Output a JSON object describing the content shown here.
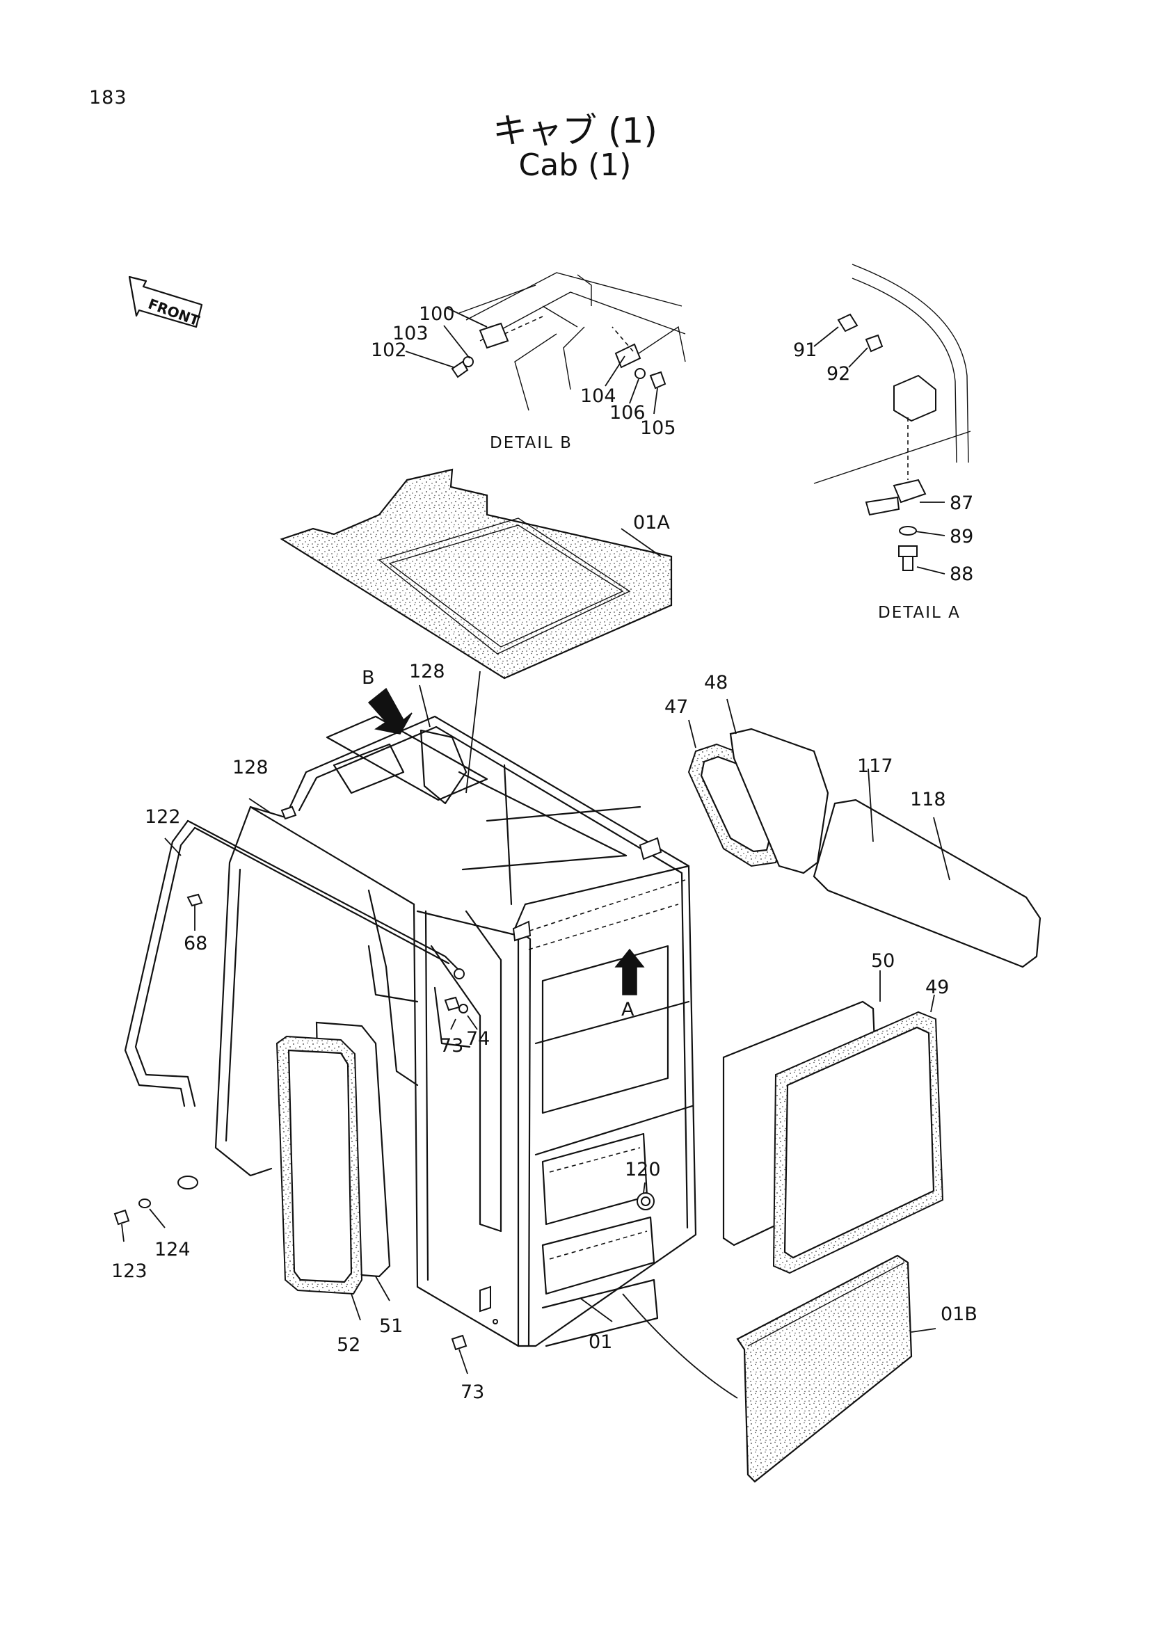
{
  "page_number": "183",
  "title_ja": "キャブ (1)",
  "title_en": "Cab (1)",
  "front_label": "FRONT",
  "details": {
    "a": "DETAIL A",
    "b": "DETAIL B"
  },
  "arrows": {
    "a": "A",
    "b": "B"
  },
  "callouts": {
    "c100": "100",
    "c103": "103",
    "c102": "102",
    "c104": "104",
    "c106": "106",
    "c105": "105",
    "c91": "91",
    "c92": "92",
    "c87": "87",
    "c89": "89",
    "c88": "88",
    "c01A": "01A",
    "c01B": "01B",
    "c01": "01",
    "c128a": "128",
    "c128b": "128",
    "c122": "122",
    "c68": "68",
    "c73a": "73",
    "c73b": "73",
    "c74": "74",
    "c47": "47",
    "c48": "48",
    "c117": "117",
    "c118": "118",
    "c50": "50",
    "c49": "49",
    "c51": "51",
    "c52": "52",
    "c120": "120",
    "c123": "123",
    "c124": "124"
  }
}
